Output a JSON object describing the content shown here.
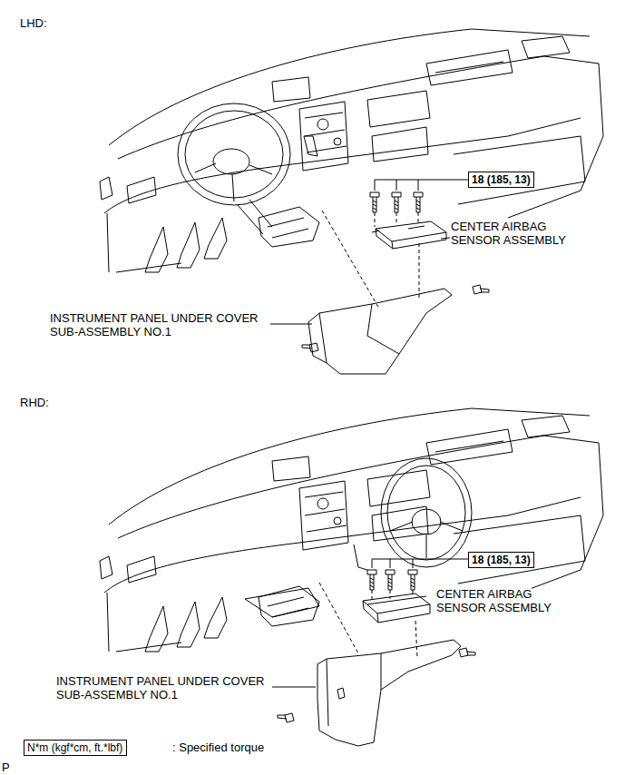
{
  "diagram": {
    "nodes": [
      {
        "text": [
          "18 (185, 13)"
        ]
      },
      {
        "text": [
          "18 (185, 13)"
        ]
      },
      {
        "text": [
          "N*m (kgf*cm, ft.*lbf)"
        ]
      }
    ],
    "labels": [
      "LHD:",
      "CENTER AIRBAG SENSOR ASSEMBLY",
      "INSTRUMENT PANEL UNDER COVER SUB-ASSEMBLY NO.1",
      "RHD:",
      "CENTER AIRBAG SENSOR ASSEMBLY",
      "INSTRUMENT PANEL UNDER COVER SUB-ASSEMBLY NO.1",
      ": Specified torque",
      "P"
    ]
  }
}
